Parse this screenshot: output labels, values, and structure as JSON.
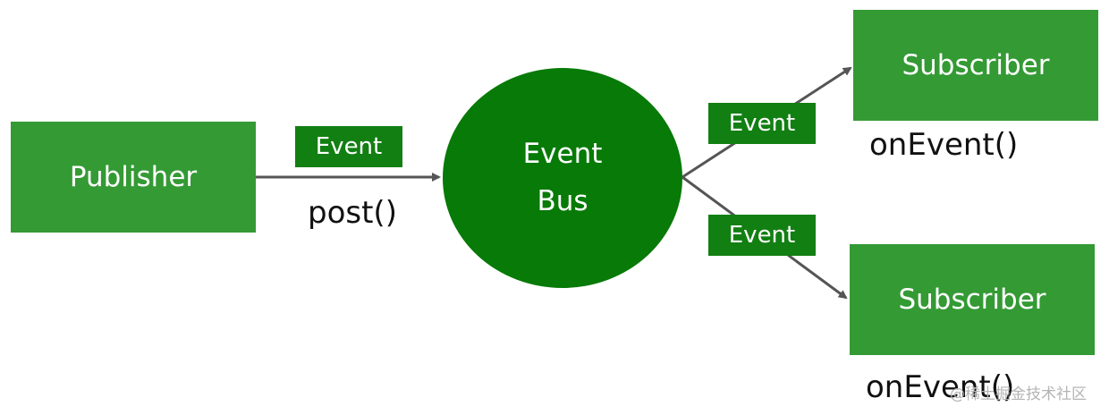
{
  "publisher": {
    "label": "Publisher"
  },
  "publish_event": {
    "tag": "Event",
    "method": "post()"
  },
  "event_bus": {
    "line1": "Event",
    "line2": "Bus"
  },
  "subscribers": [
    {
      "label": "Subscriber",
      "event_tag": "Event",
      "method": "onEvent()"
    },
    {
      "label": "Subscriber",
      "event_tag": "Event",
      "method": "onEvent()"
    }
  ],
  "watermark": "@稀土掘金技术社区",
  "colors": {
    "box_green": "#349a34",
    "tag_green": "#127f12",
    "bus_green": "#077a07",
    "arrow_gray": "#555555"
  }
}
